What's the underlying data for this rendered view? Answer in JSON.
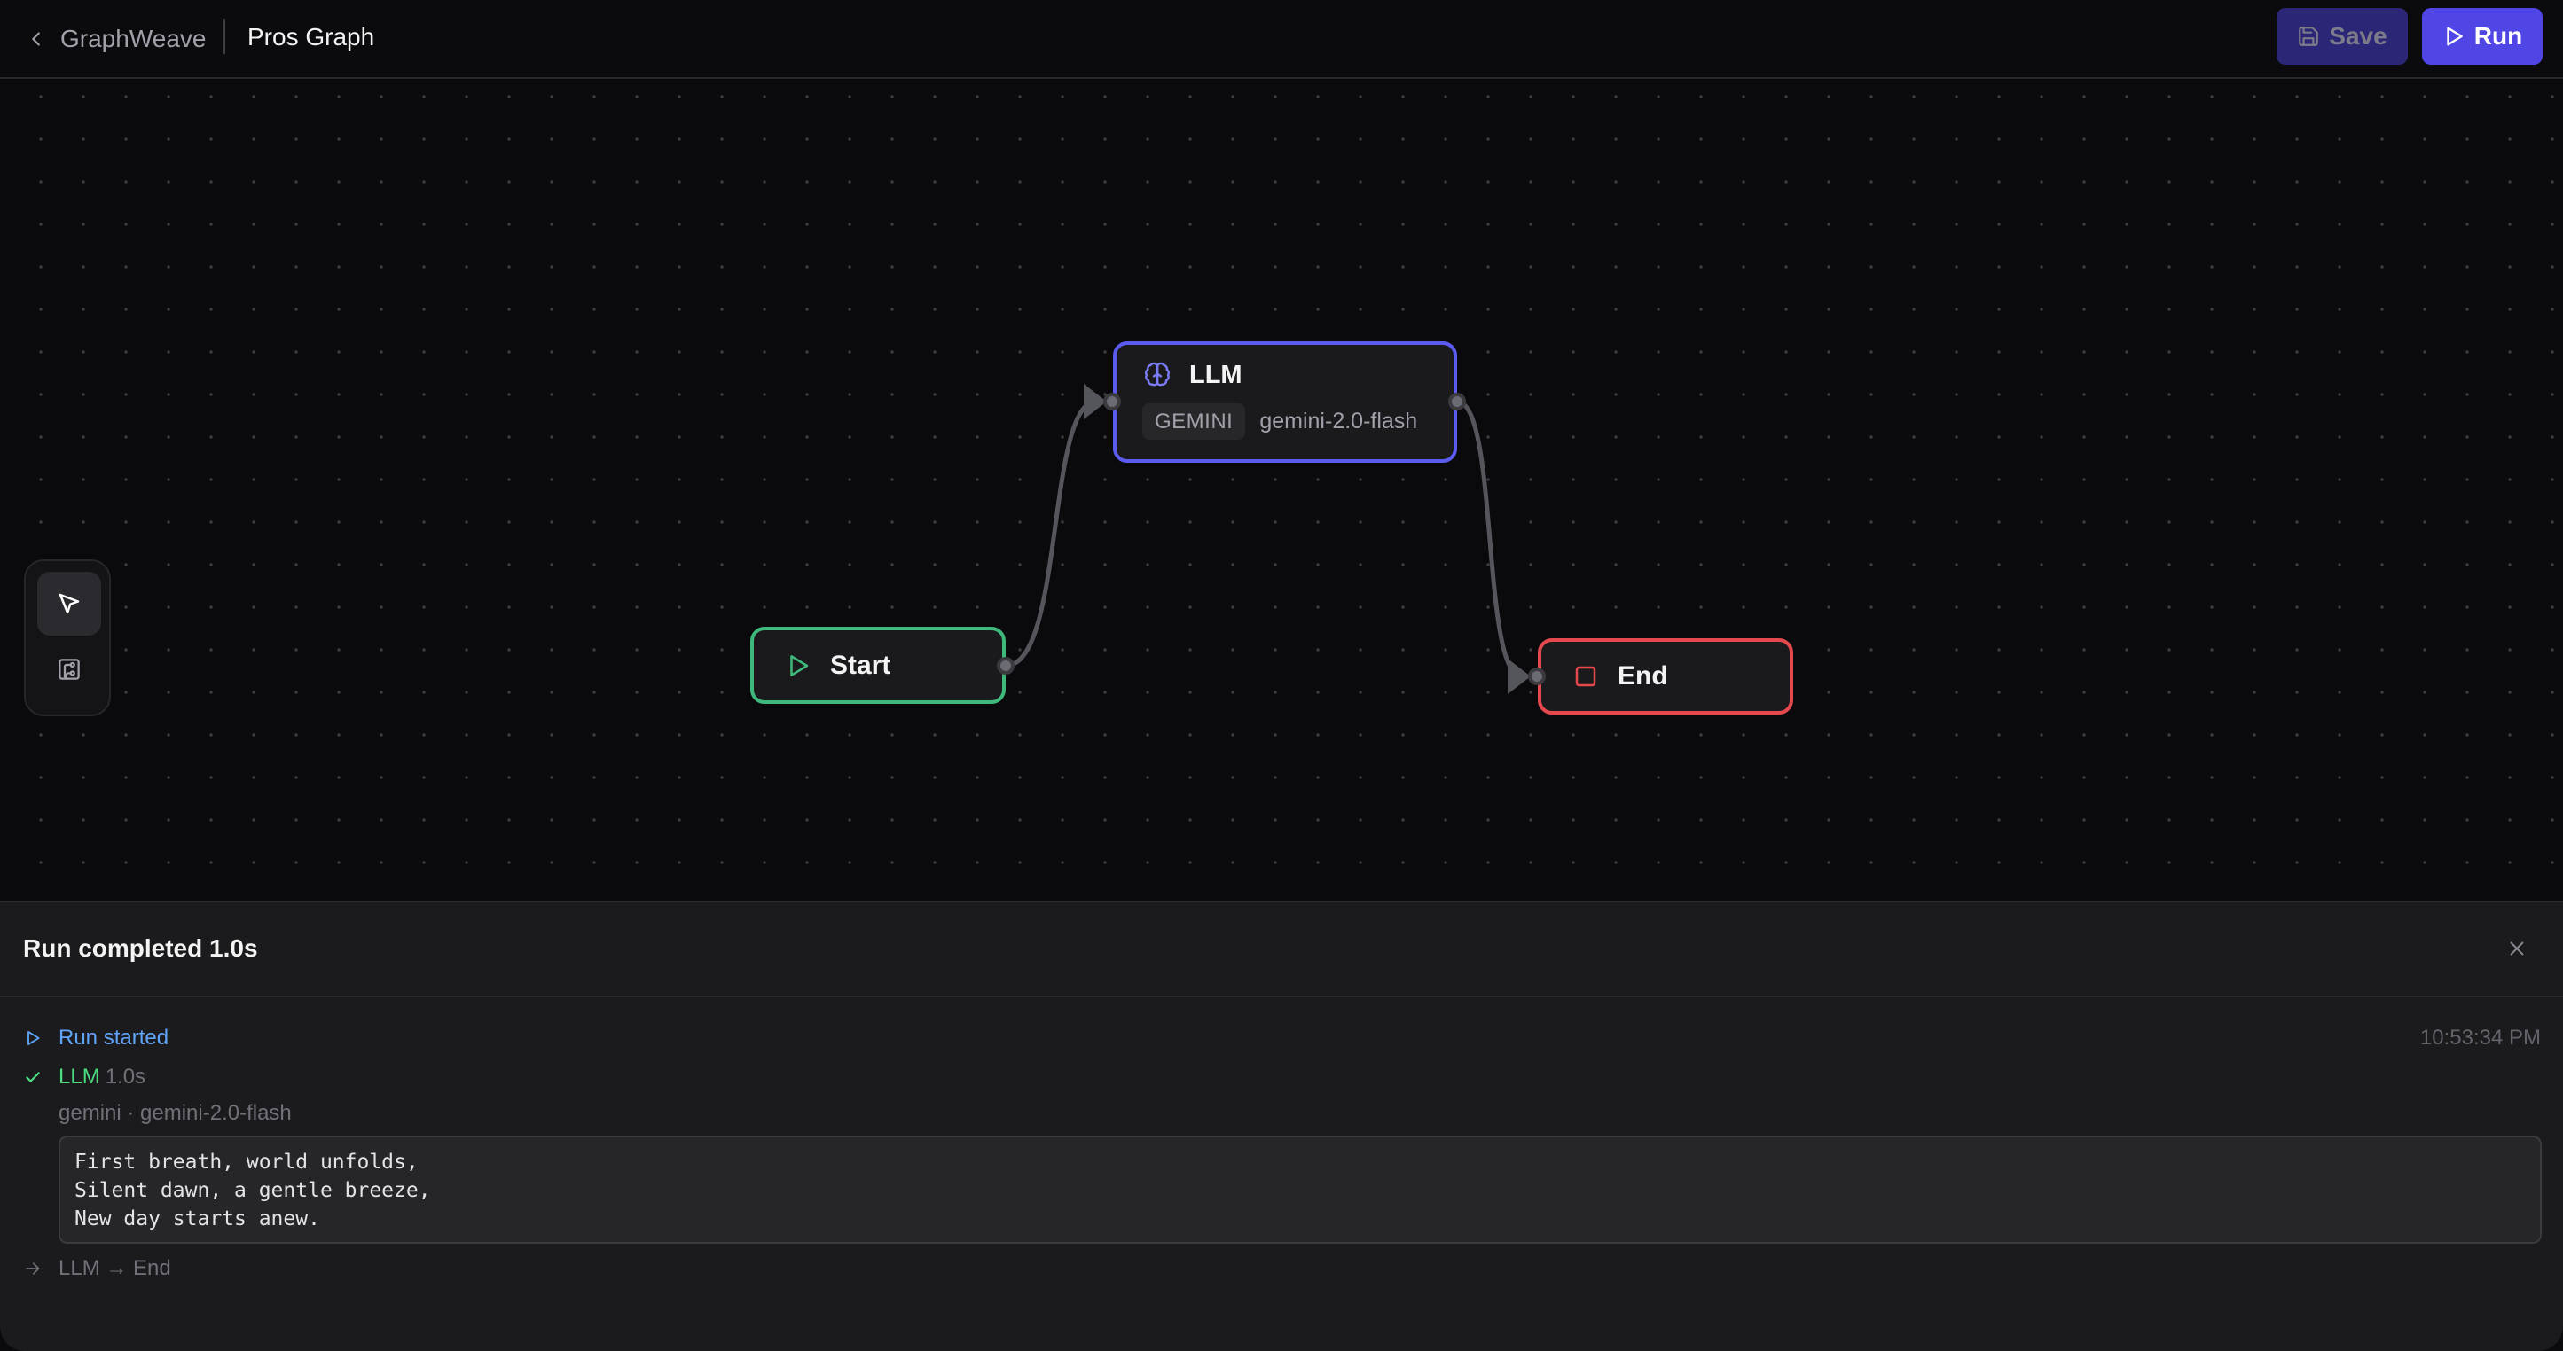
{
  "header": {
    "back_label": "GraphWeave",
    "title": "Pros Graph",
    "save_label": "Save",
    "run_label": "Run"
  },
  "canvas": {
    "nodes": [
      {
        "id": "start",
        "label": "Start",
        "icon": "play-icon",
        "color": "#3fb97b"
      },
      {
        "id": "llm",
        "label": "LLM",
        "icon": "brain-icon",
        "color": "#5b5bf0",
        "provider": "GEMINI",
        "model": "gemini-2.0-flash"
      },
      {
        "id": "end",
        "label": "End",
        "icon": "square-stop-icon",
        "color": "#e5484d"
      }
    ],
    "edges": [
      {
        "from": "start",
        "to": "llm"
      },
      {
        "from": "llm",
        "to": "end"
      }
    ],
    "toolbar": {
      "tools": [
        {
          "name": "select",
          "icon": "pointer-icon",
          "active": true
        },
        {
          "name": "graph",
          "icon": "workflow-icon",
          "active": false
        }
      ]
    }
  },
  "panel": {
    "title": "Run completed 1.0s",
    "log": {
      "started_label": "Run started",
      "started_time": "10:53:34 PM",
      "llm_label": "LLM",
      "llm_duration": "1.0s",
      "llm_meta": "gemini · gemini-2.0-flash",
      "llm_output": "First breath, world unfolds,\nSilent dawn, a gentle breeze,\nNew day starts anew.",
      "transition": "LLM → End"
    }
  },
  "colors": {
    "accent": "#4f46e5",
    "start": "#3fb97b",
    "llm": "#5b5bf0",
    "end": "#e5484d",
    "log_started": "#60a5fa",
    "log_success": "#4ade80"
  }
}
